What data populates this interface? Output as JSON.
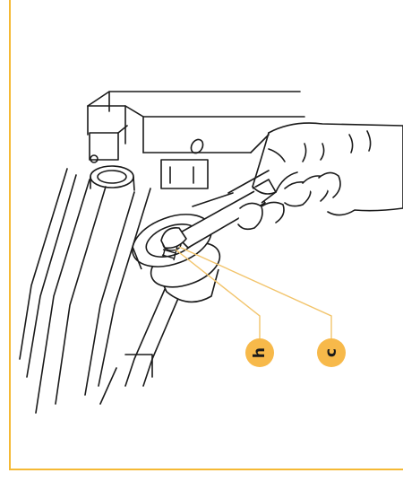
{
  "callouts": [
    {
      "id": "h",
      "label": "h"
    },
    {
      "id": "c",
      "label": "c"
    }
  ],
  "colors": {
    "accent": "#f5b935",
    "callout_fill": "#f7b94a",
    "leader_line": "#f2c46b",
    "line_art": "#1a1a1a"
  }
}
